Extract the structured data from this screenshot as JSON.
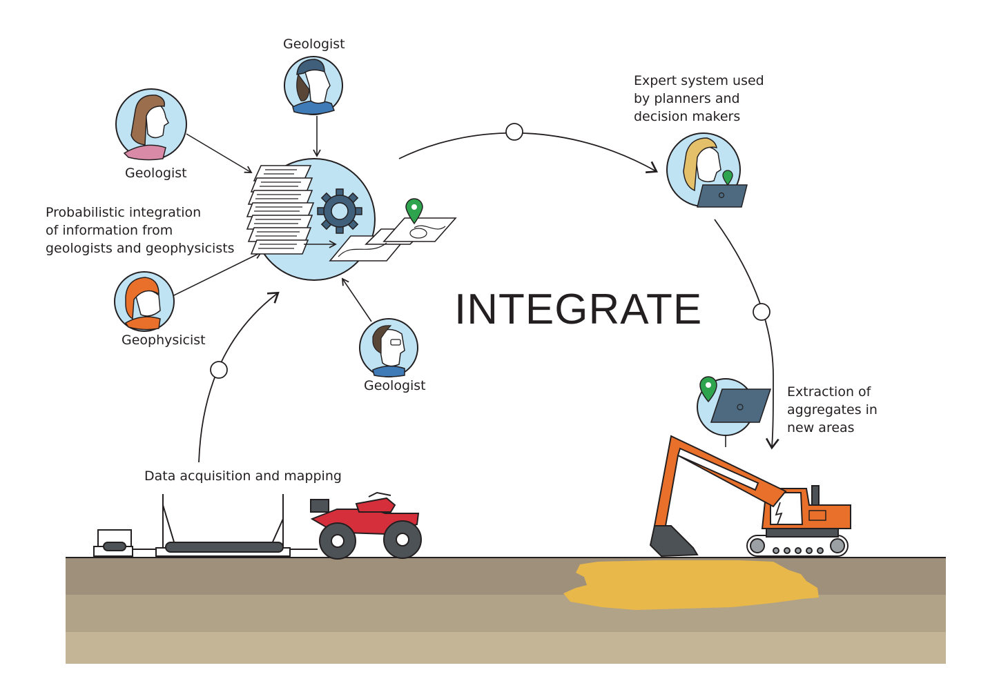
{
  "title": "INTEGRATE",
  "labels": {
    "geologist_top": "Geologist",
    "geologist_left": "Geologist",
    "geologist_bottom": "Geologist",
    "geophysicist": "Geophysicist",
    "integration": "Probabilistic integration\nof information from\ngeologists and geophysicists",
    "expert": "Expert system used\nby planners and\ndecision makers",
    "extraction": "Extraction of\naggregates in\nnew areas",
    "acquisition": "Data acquisition and mapping"
  },
  "colors": {
    "ink": "#231f20",
    "circle_fill": "#bfe3f3",
    "map_pin": "#2ea44f",
    "excavator": "#e8702a",
    "atv": "#d62f3c",
    "aggregate": "#e8b84a",
    "soil_top": "#9e907b",
    "soil_mid": "#b1a387",
    "soil_bottom": "#c4b597"
  },
  "icons": [
    "gear-icon",
    "map-pin-icon",
    "laptop-icon",
    "document-stack-icon",
    "excavator-icon",
    "atv-icon",
    "sensor-sled-icon"
  ]
}
